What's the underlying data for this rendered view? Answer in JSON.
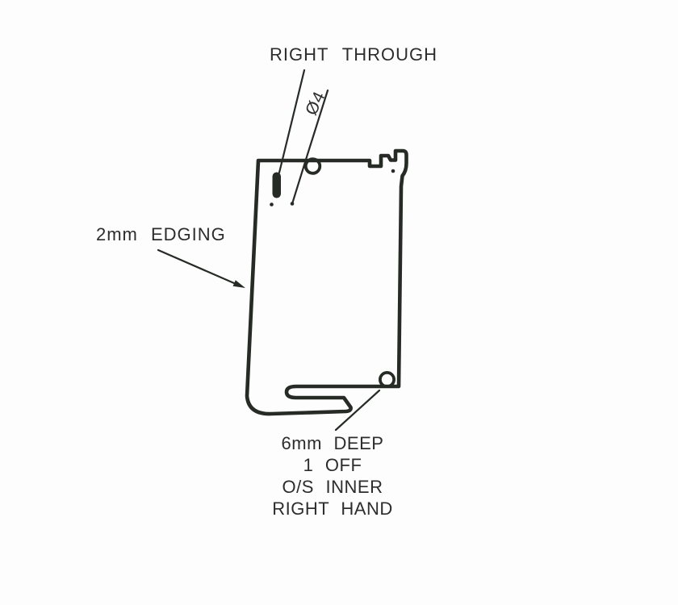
{
  "drawing": {
    "callouts": {
      "right_through": "RIGHT THROUGH",
      "hole_diameter": "Ø4",
      "edging": "2mm EDGING"
    },
    "note_block": {
      "lines": [
        "6mm DEEP",
        "1 OFF",
        "O/S INNER",
        "RIGHT HAND"
      ]
    },
    "colors": {
      "line": "#262b26",
      "text": "#2d2d2d",
      "background": "#fdfdfd"
    }
  }
}
